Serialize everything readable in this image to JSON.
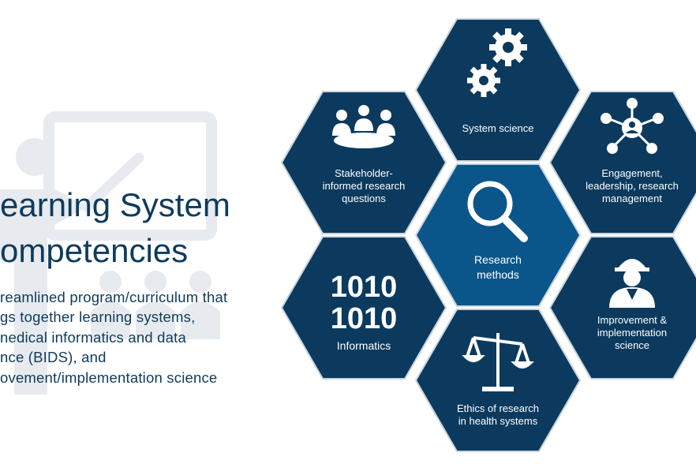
{
  "slide": {
    "title_lines": [
      "earning System",
      "ompetencies"
    ],
    "body_lines": [
      "reamlined program/curriculum  that",
      "gs together learning systems,",
      "nedical  informatics and data",
      "nce (BIDS), and",
      "ovement/implementation  science"
    ]
  },
  "hexagons": [
    {
      "label": "System science",
      "icon": "gears-icon"
    },
    {
      "label": "Stakeholder-\ninformed research\nquestions",
      "icon": "meeting-group-icon"
    },
    {
      "label": "Engagement,\nleadership, research\nmanagement",
      "icon": "network-person-icon"
    },
    {
      "label": "Research\nmethods",
      "icon": "magnifier-icon"
    },
    {
      "label": "Informatics",
      "icon": "binary-icon",
      "icon_text": [
        "1010",
        "1010"
      ]
    },
    {
      "label": "Improvement &\nimplementation\nscience",
      "icon": "worker-hardhat-icon"
    },
    {
      "label": "Ethics of research\nin health systems",
      "icon": "scales-icon"
    }
  ],
  "colors": {
    "hex_dark": "#0b3a5e",
    "hex_center": "#0a568a",
    "text": "#0e3b5d",
    "watermark": "#e7eaee"
  }
}
